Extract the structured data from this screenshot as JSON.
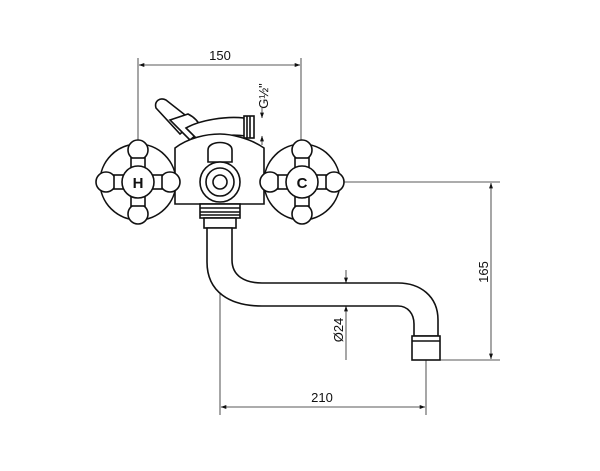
{
  "dimensions": {
    "top_width": "150",
    "bottom_width": "210",
    "height": "165",
    "spout_diameter": "Ø24",
    "thread": "G½\""
  },
  "handles": {
    "left_label": "H",
    "right_label": "C"
  }
}
